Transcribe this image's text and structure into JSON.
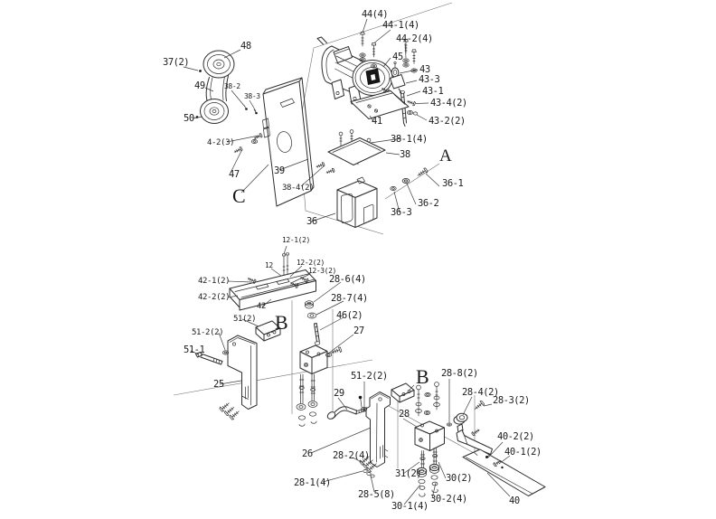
{
  "diagram": {
    "type": "exploded-parts-diagram",
    "background_color": "#ffffff",
    "line_color": "#2e2e2e",
    "phantom_line_color": "#6f6f6f",
    "text_color": "#1b1b1b"
  },
  "view_letters": {
    "a": "A",
    "b_middle": "B",
    "b_bottom": "B",
    "c": "C"
  },
  "part_labels": {
    "p44": "44(4)",
    "p44_1": "44-1(4)",
    "p44_2": "44-2(4)",
    "p45": "45",
    "p43": "43",
    "p43_3": "43-3",
    "p43_1": "43-1",
    "p43_4": "43-4(2)",
    "p43_2": "43-2(2)",
    "p41": "41",
    "p48": "48",
    "p37": "37(2)",
    "p49": "49",
    "p38_2": "38-2",
    "p38_3": "38-3",
    "p50": "50",
    "p4_2": "4-2(3)",
    "p47": "47",
    "p39": "39",
    "p38_4": "38-4(2)",
    "p38_1": "38-1(4)",
    "p38": "38",
    "p36_1": "36-1",
    "p36_2": "36-2",
    "p36_3": "36-3",
    "p36": "36",
    "p12_1": "12-1(2)",
    "p12": "12",
    "p12_2": "12-2(2)",
    "p12_3": "12-3(2)",
    "p42_1": "42-1(2)",
    "p42_2": "42-2(2)",
    "p42": "42",
    "p28_6": "28-6(4)",
    "p28_7": "28-7(4)",
    "p46": "46(2)",
    "p27": "27",
    "p51": "51(2)",
    "p51_2a": "51-2(2)",
    "p51_1": "51-1",
    "p25": "25",
    "p51_2b": "51-2(2)",
    "p28_8": "28-8(2)",
    "p29": "29",
    "p28_4": "28-4(2)",
    "p28_3": "28-3(2)",
    "p28": "28",
    "p26": "26",
    "p28_2": "28-2(4)",
    "p28_1": "28-1(4)",
    "p28_5": "28-5(8)",
    "p31": "31(2)",
    "p30": "30(2)",
    "p30_1": "30-1(4)",
    "p30_2": "30-2(4)",
    "p40_2": "40-2(2)",
    "p40_1": "40-1(2)",
    "p40": "40"
  }
}
